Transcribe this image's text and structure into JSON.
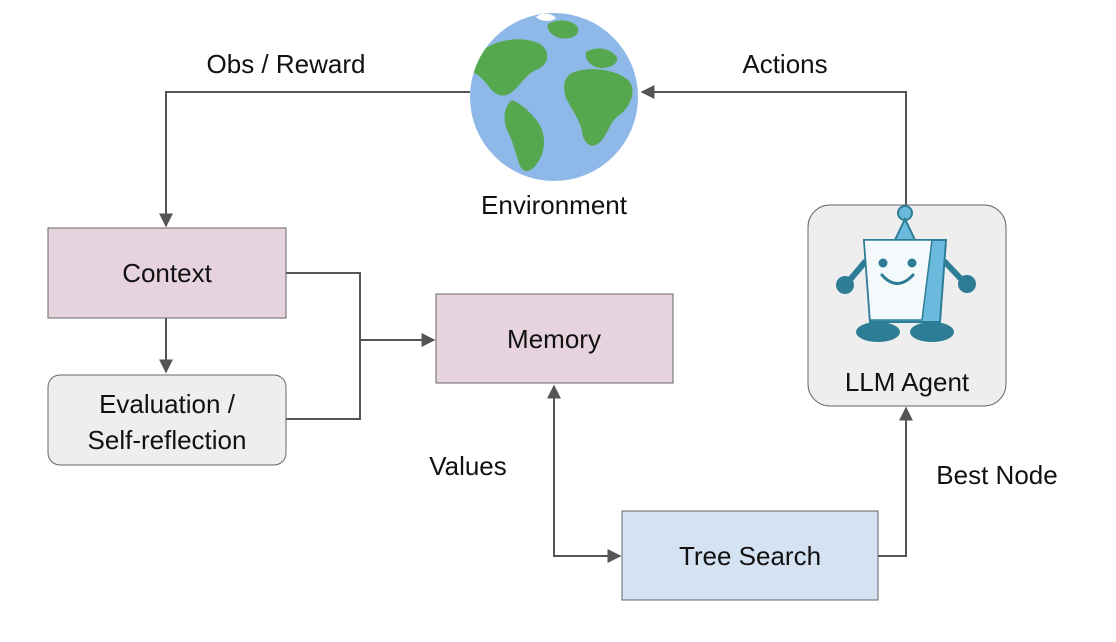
{
  "nodes": {
    "environment": {
      "label": "Environment"
    },
    "context": {
      "label": "Context",
      "fill": "#e7d3de"
    },
    "evaluation": {
      "label_line1": "Evaluation /",
      "label_line2": "Self-reflection",
      "fill": "#eeeeee"
    },
    "memory": {
      "label": "Memory",
      "fill": "#e7d3de"
    },
    "tree_search": {
      "label": "Tree Search",
      "fill": "#d5e2f2"
    },
    "llm_agent": {
      "label": "LLM Agent",
      "fill": "#eeeeee"
    }
  },
  "edges": {
    "obs_reward": {
      "label": "Obs / Reward"
    },
    "actions": {
      "label": "Actions"
    },
    "values": {
      "label": "Values"
    },
    "best_node": {
      "label": "Best Node"
    }
  },
  "colors": {
    "edge": "#555555",
    "ocean": "#8db8e8",
    "land": "#56a84e",
    "robot_body": "#6bb9dd",
    "robot_face": "#f4f9fb",
    "robot_limb": "#2e7d96"
  }
}
